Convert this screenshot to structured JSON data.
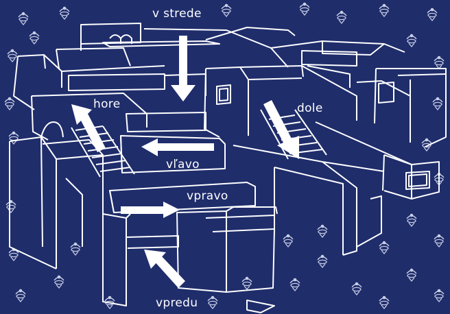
{
  "labels": {
    "v_strede": "v strede",
    "hore": "hore",
    "dole": "dole",
    "vlavo": "vľavo",
    "vpravo": "vpravo",
    "vpredu": "vpredu"
  },
  "colors": {
    "background": "#1f2d6b",
    "lines": "#ffffff",
    "ornament": "#c9cfe6"
  }
}
